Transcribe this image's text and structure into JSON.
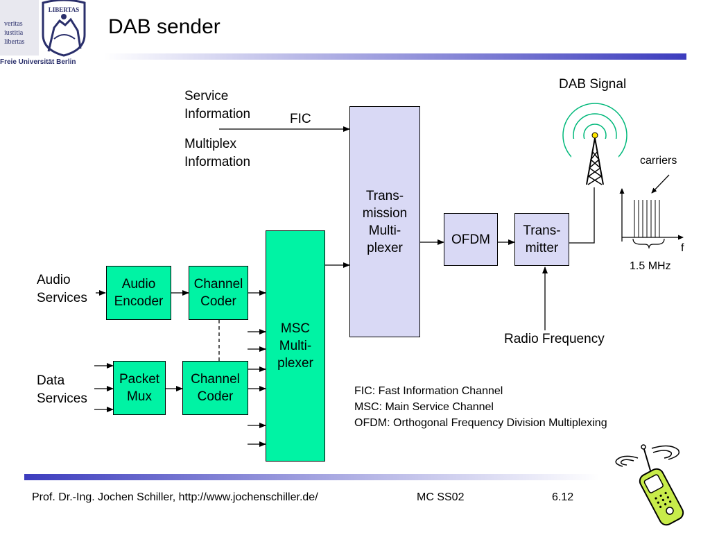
{
  "logo": {
    "motto": [
      "veritas",
      "iustitia",
      "libertas"
    ],
    "seal_text": "LIBERTAS",
    "university": "Freie Universität Berlin"
  },
  "slide": {
    "title": "DAB sender"
  },
  "diagram": {
    "inputs": {
      "service_info": [
        "Service",
        "Information"
      ],
      "multiplex_info": [
        "Multiplex",
        "Information"
      ],
      "fic_label": "FIC",
      "audio_services": [
        "Audio",
        "Services"
      ],
      "data_services": [
        "Data",
        "Services"
      ]
    },
    "blocks": {
      "audio_encoder": "Audio\nEncoder",
      "channel_coder_audio": "Channel\nCoder",
      "packet_mux": "Packet\nMux",
      "channel_coder_data": "Channel\nCoder",
      "msc_multiplexer": "MSC\nMulti-\nplexer",
      "transmission_multiplexer": "Trans-\nmission\nMulti-\nplexer",
      "ofdm": "OFDM",
      "transmitter": "Trans-\nmitter"
    },
    "labels": {
      "dab_signal": "DAB Signal",
      "carriers": "carriers",
      "frequency_axis": "f",
      "bandwidth": "1.5 MHz",
      "radio_frequency": "Radio Frequency"
    },
    "icons": [
      "antenna-tower-icon",
      "mobile-phone-icon"
    ],
    "colors": {
      "coding_blocks": "#00f3a4",
      "transmission_blocks": "#d9d9f5",
      "accent_bar": "#3c3cbe"
    }
  },
  "legend": [
    "FIC: Fast Information Channel",
    "MSC: Main Service Channel",
    "OFDM: Orthogonal Frequency Division Multiplexing"
  ],
  "footer": {
    "author": "Prof. Dr.-Ing. Jochen Schiller, http://www.jochenschiller.de/",
    "course": "MC SS02",
    "page": "6.12"
  }
}
